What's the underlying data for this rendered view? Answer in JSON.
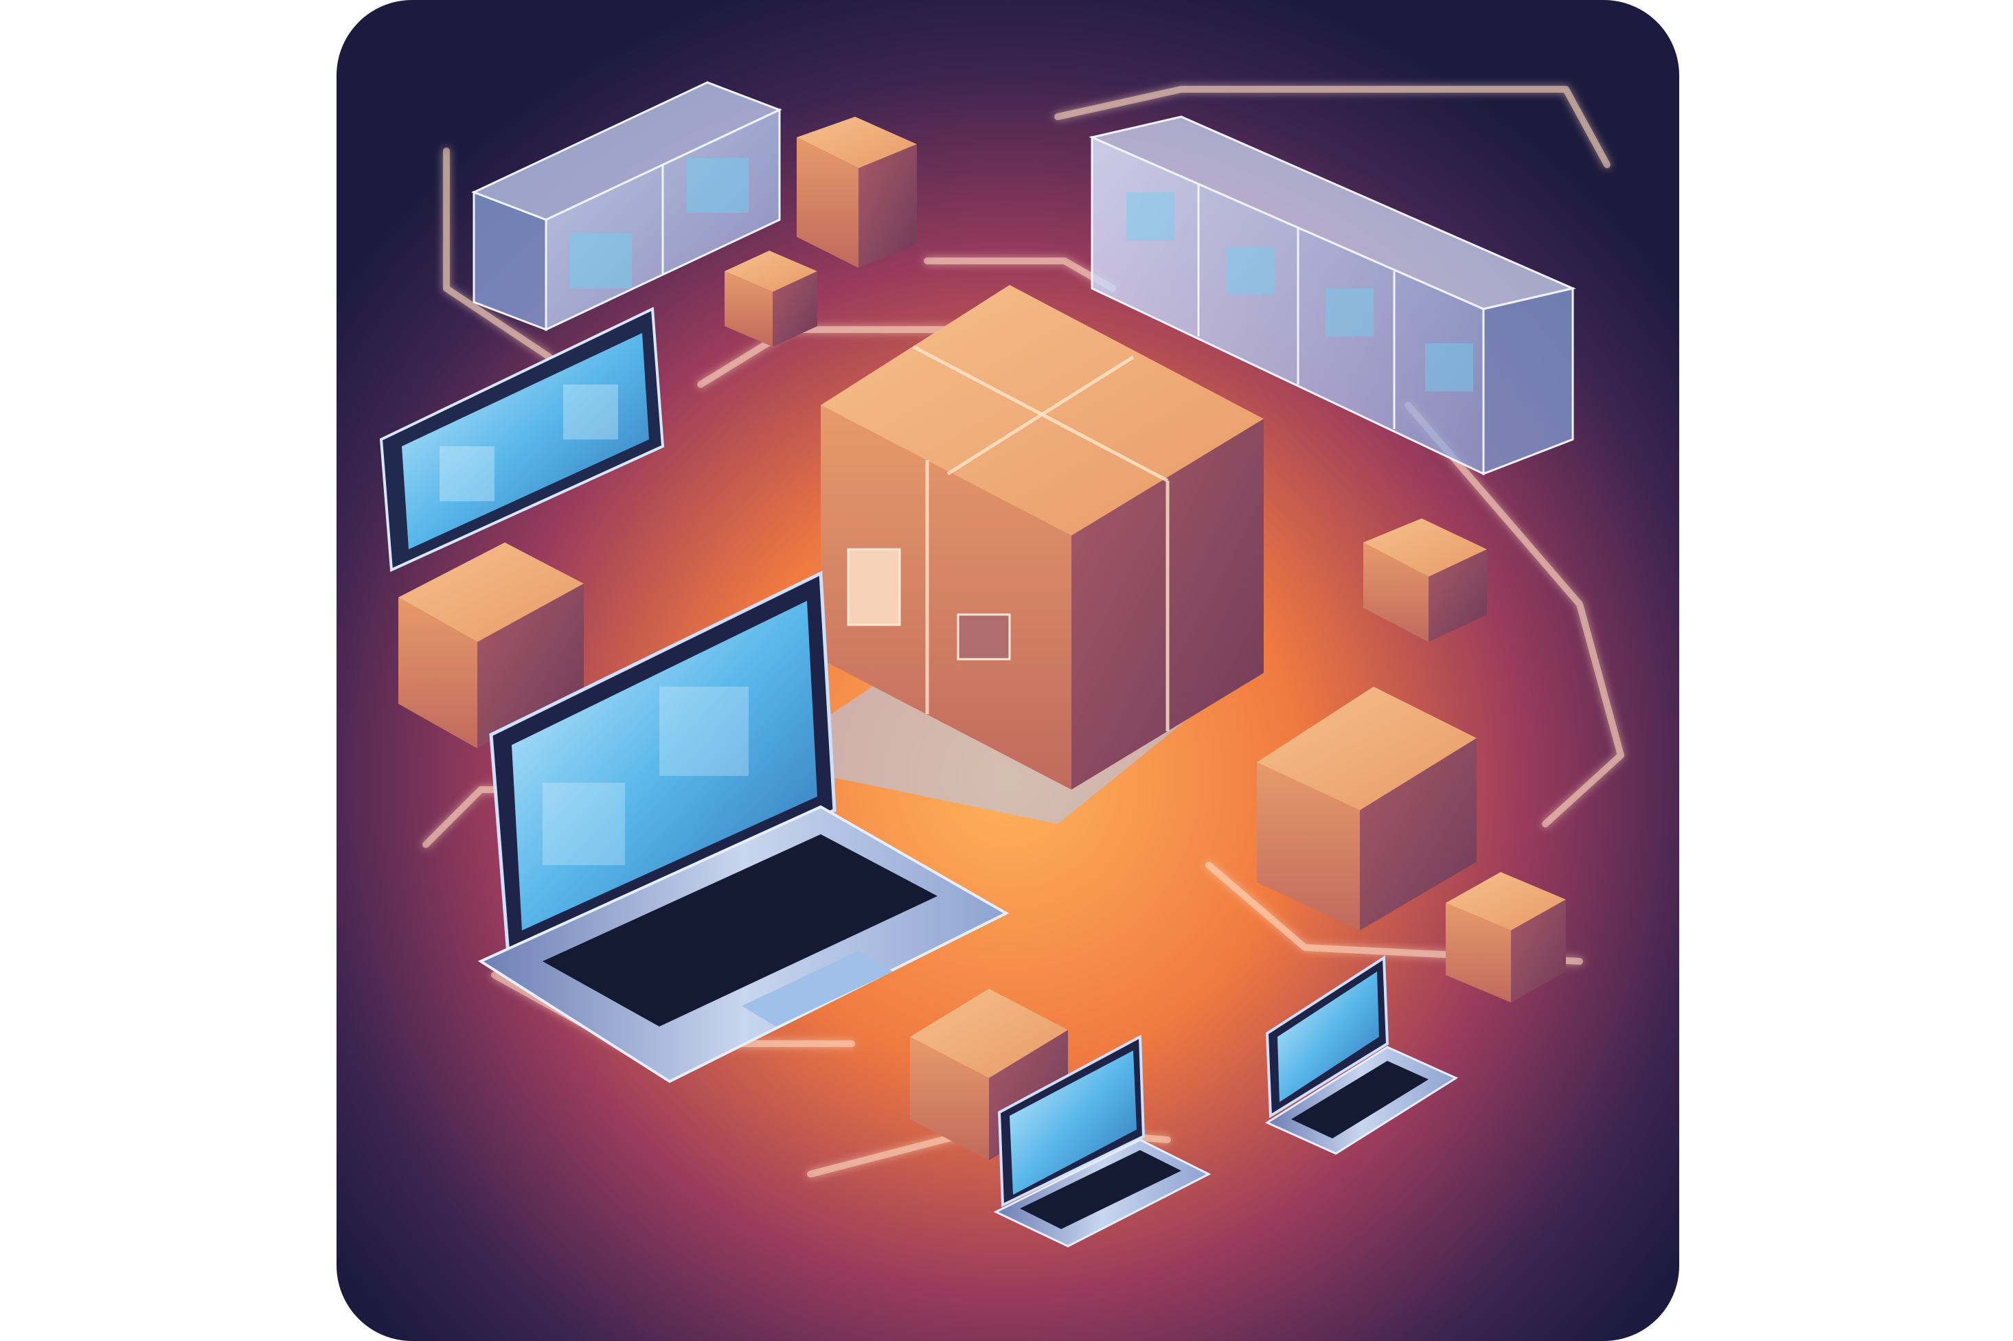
{
  "illustration": {
    "subject": "isometric-logistics-network",
    "palette": {
      "background_outer": "#1c1a3e",
      "background_glow": "#f08a3e",
      "box_light": "#f2b27c",
      "box_dark": "#8e4a64",
      "glass_cube": "#9fb7e8",
      "screen": "#4fb2e6",
      "path_glow": "#ffd6b8"
    },
    "elements": [
      "large-cardboard-box",
      "laptop-large",
      "laptop-small-left",
      "laptop-small-right",
      "tablet",
      "glass-container-top-left",
      "glass-cube-row-top-right",
      "small-box"
    ]
  }
}
